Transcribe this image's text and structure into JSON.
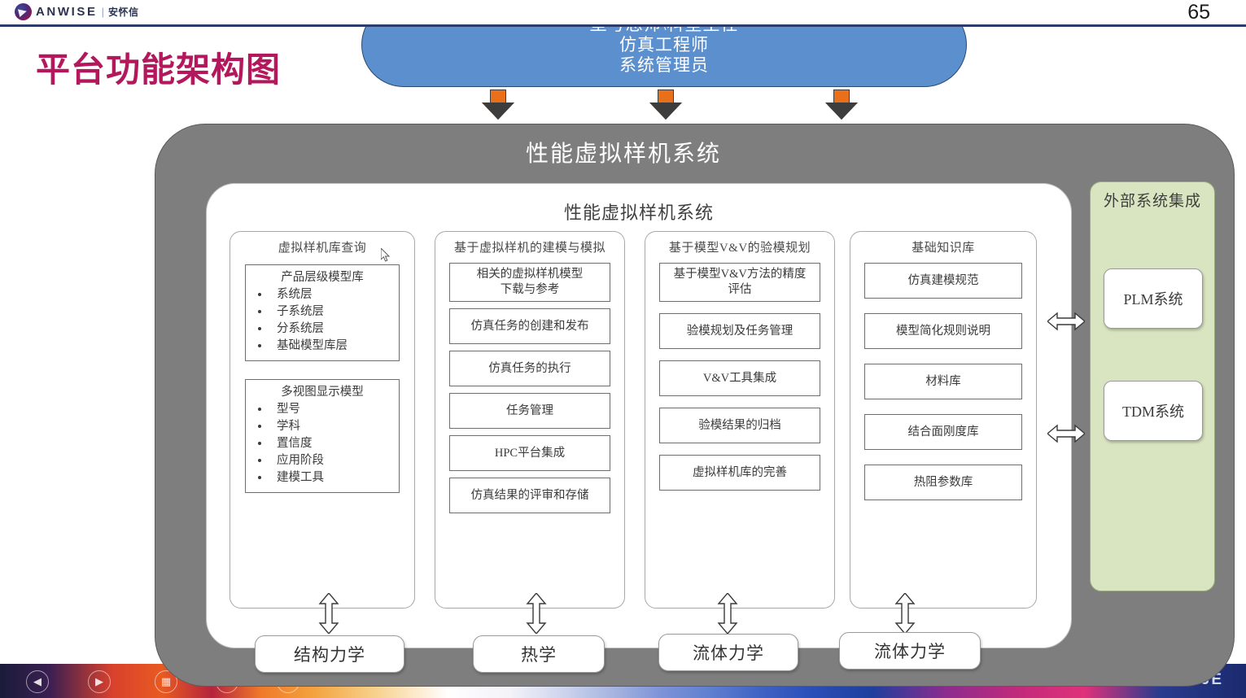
{
  "header": {
    "logo_word": "ANWISE",
    "logo_sep": "|",
    "logo_cn": "安怀信",
    "page_number": "65",
    "rule_color": "#2b3c68"
  },
  "slide": {
    "title": "平台功能架构图",
    "title_color": "#b4185c"
  },
  "roles": {
    "name": "roles-box",
    "fill": "#5b8fce",
    "lines": [
      "型号总师\\科室主任",
      "仿真工程师",
      "系统管理员"
    ]
  },
  "arrows": {
    "down_color": "#e8701a",
    "down_count": 3,
    "vertical_double_count": 4,
    "horizontal_double_count": 2
  },
  "platform": {
    "title": "性能虚拟样机系统",
    "fill": "#7e7e7e",
    "panel_title": "性能虚拟样机系统",
    "panel_fill": "#ffffff"
  },
  "modules": [
    {
      "title": "虚拟样机库查询",
      "type": "lists",
      "lists": [
        {
          "head": "产品层级模型库",
          "items": [
            "系统层",
            "子系统层",
            "分系统层",
            "基础模型库层"
          ]
        },
        {
          "head": "多视图显示模型",
          "items": [
            "型号",
            "学科",
            "置信度",
            "应用阶段",
            "建模工具"
          ]
        }
      ]
    },
    {
      "title": "基于虚拟样机的建模与模拟",
      "type": "boxes",
      "boxes": [
        "相关的虚拟样机模型\n下载与参考",
        "仿真任务的创建和发布",
        "仿真任务的执行",
        "任务管理",
        "HPC平台集成",
        "仿真结果的评审和存储"
      ]
    },
    {
      "title": "基于模型V&V的验模规划",
      "type": "boxes",
      "boxes": [
        "基于模型V&V方法的精度\n评估",
        "验模规划及任务管理",
        "V&V工具集成",
        "验模结果的归档",
        "虚拟样机库的完善"
      ]
    },
    {
      "title": "基础知识库",
      "type": "boxes",
      "boxes": [
        "仿真建模规范",
        "模型简化规则说明",
        "材料库",
        "结合面刚度库",
        "热阻参数库"
      ]
    }
  ],
  "external": {
    "title": "外部系统集成",
    "fill": "#d9e5c0",
    "systems": [
      "PLM系统",
      "TDM系统"
    ]
  },
  "disciplines": [
    "结构力学",
    "热学",
    "流体力学",
    "流体力学"
  ],
  "taskbar": {
    "icons": [
      "back-icon",
      "play-icon",
      "slides-icon",
      "search-icon",
      "more-icon"
    ],
    "right_label": "JE"
  }
}
